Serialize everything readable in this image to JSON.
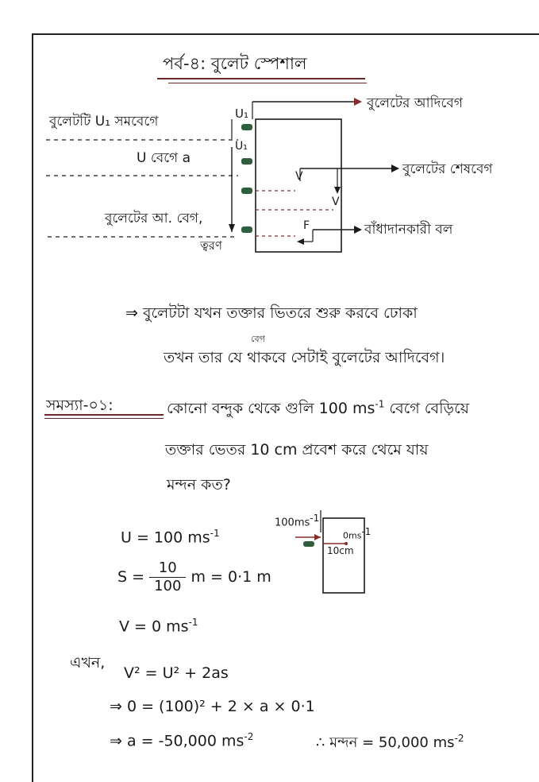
{
  "header": {
    "title": "পর্ব-৪: বুলেট স্পেশাল"
  },
  "diagram": {
    "label_bullet_u1": "বুলেটটি U₁ সমবেগে",
    "label_u_velocity_a": "U বেগে a",
    "label_bullet_accel": "বুলেটের আ. বেগ,",
    "label_accel_word": "ত্বরণ",
    "sym_u1_top": "U₁",
    "sym_u1_mid": "U₁",
    "sym_v1": "V",
    "sym_v2": "V",
    "sym_f": "F",
    "annot_initial_velocity": "বুলেটের আদিবেগ",
    "annot_final_velocity": "বুলেটের শেষবেগ",
    "annot_resistive_force": "বাঁধাদানকারী বল"
  },
  "explanation": {
    "line1": "বুলেটটা যখন তক্তার ভিতরে শুরু করবে ঢোকা",
    "above_note": "বেগ",
    "line2": "তখন তার যে থাকবে সেটাই বুলেটের আদিবেগ।"
  },
  "problem": {
    "label": "সমস্যা-০১:",
    "text_line1": "কোনো বন্দুক থেকে গুলি 100 ms",
    "text_line1_sup": "-1",
    "text_line1_end": "বেগে বেড়িয়ে",
    "text_line2": "তক্তার ভেতর 10 cm প্রবেশ করে থেমে যায়",
    "text_line3": "মন্দন কত?"
  },
  "figure": {
    "speed_label": "100ms",
    "speed_sup": "-1",
    "end_label": "0ms",
    "end_sup": "-1",
    "depth_label": "10cm"
  },
  "solution": {
    "given_u": "U = 100 ms",
    "given_u_sup": "-1",
    "given_s_prefix": "S =",
    "given_s_num": "10",
    "given_s_den": "100",
    "given_s_suffix": "m = 0·1 m",
    "given_v": "V = 0 ms",
    "given_v_sup": "-1",
    "now_label": "এখন,",
    "eq1": "V² = U² + 2as",
    "eq2": "⇒ 0 = (100)² + 2 × a × 0·1",
    "eq3": "⇒ a = -50,000 ms",
    "eq3_sup": "-2",
    "conclusion": "∴ মন্দন = 50,000 ms",
    "conclusion_sup": "-2"
  },
  "colors": {
    "ink": "#1a1a1a",
    "accent_red": "#8b2a2a",
    "bullet_green": "#2e5e3e"
  }
}
